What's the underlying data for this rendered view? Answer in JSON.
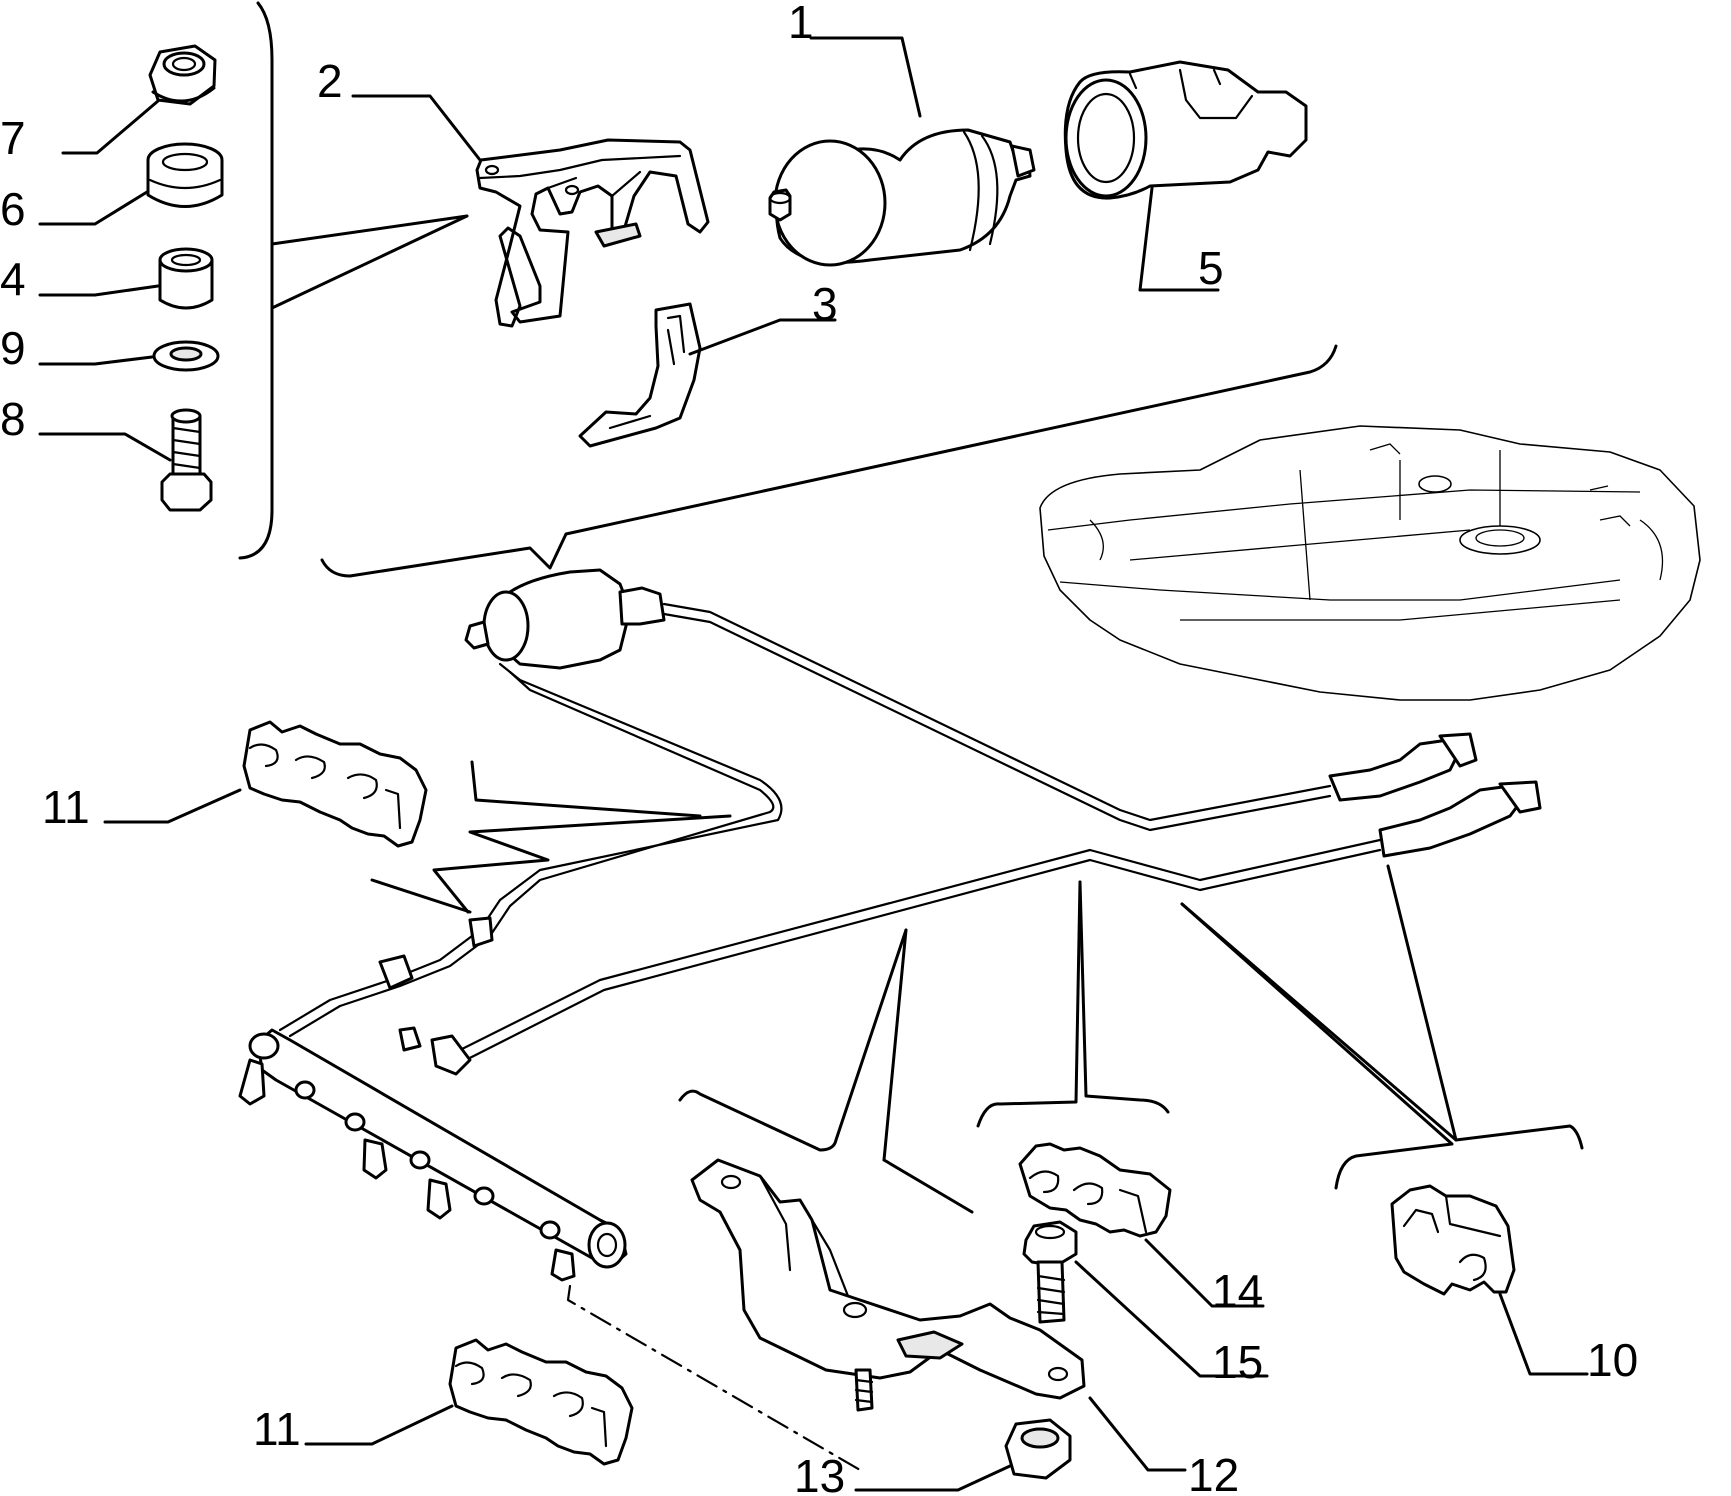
{
  "diagram": {
    "callouts": {
      "c1": "1",
      "c2": "2",
      "c3": "3",
      "c4": "4",
      "c5": "5",
      "c6": "6",
      "c7": "7",
      "c8": "8",
      "c9": "9",
      "c10": "10",
      "c11a": "11",
      "c11b": "11",
      "c12": "12",
      "c13": "13",
      "c14": "14",
      "c15": "15"
    }
  }
}
